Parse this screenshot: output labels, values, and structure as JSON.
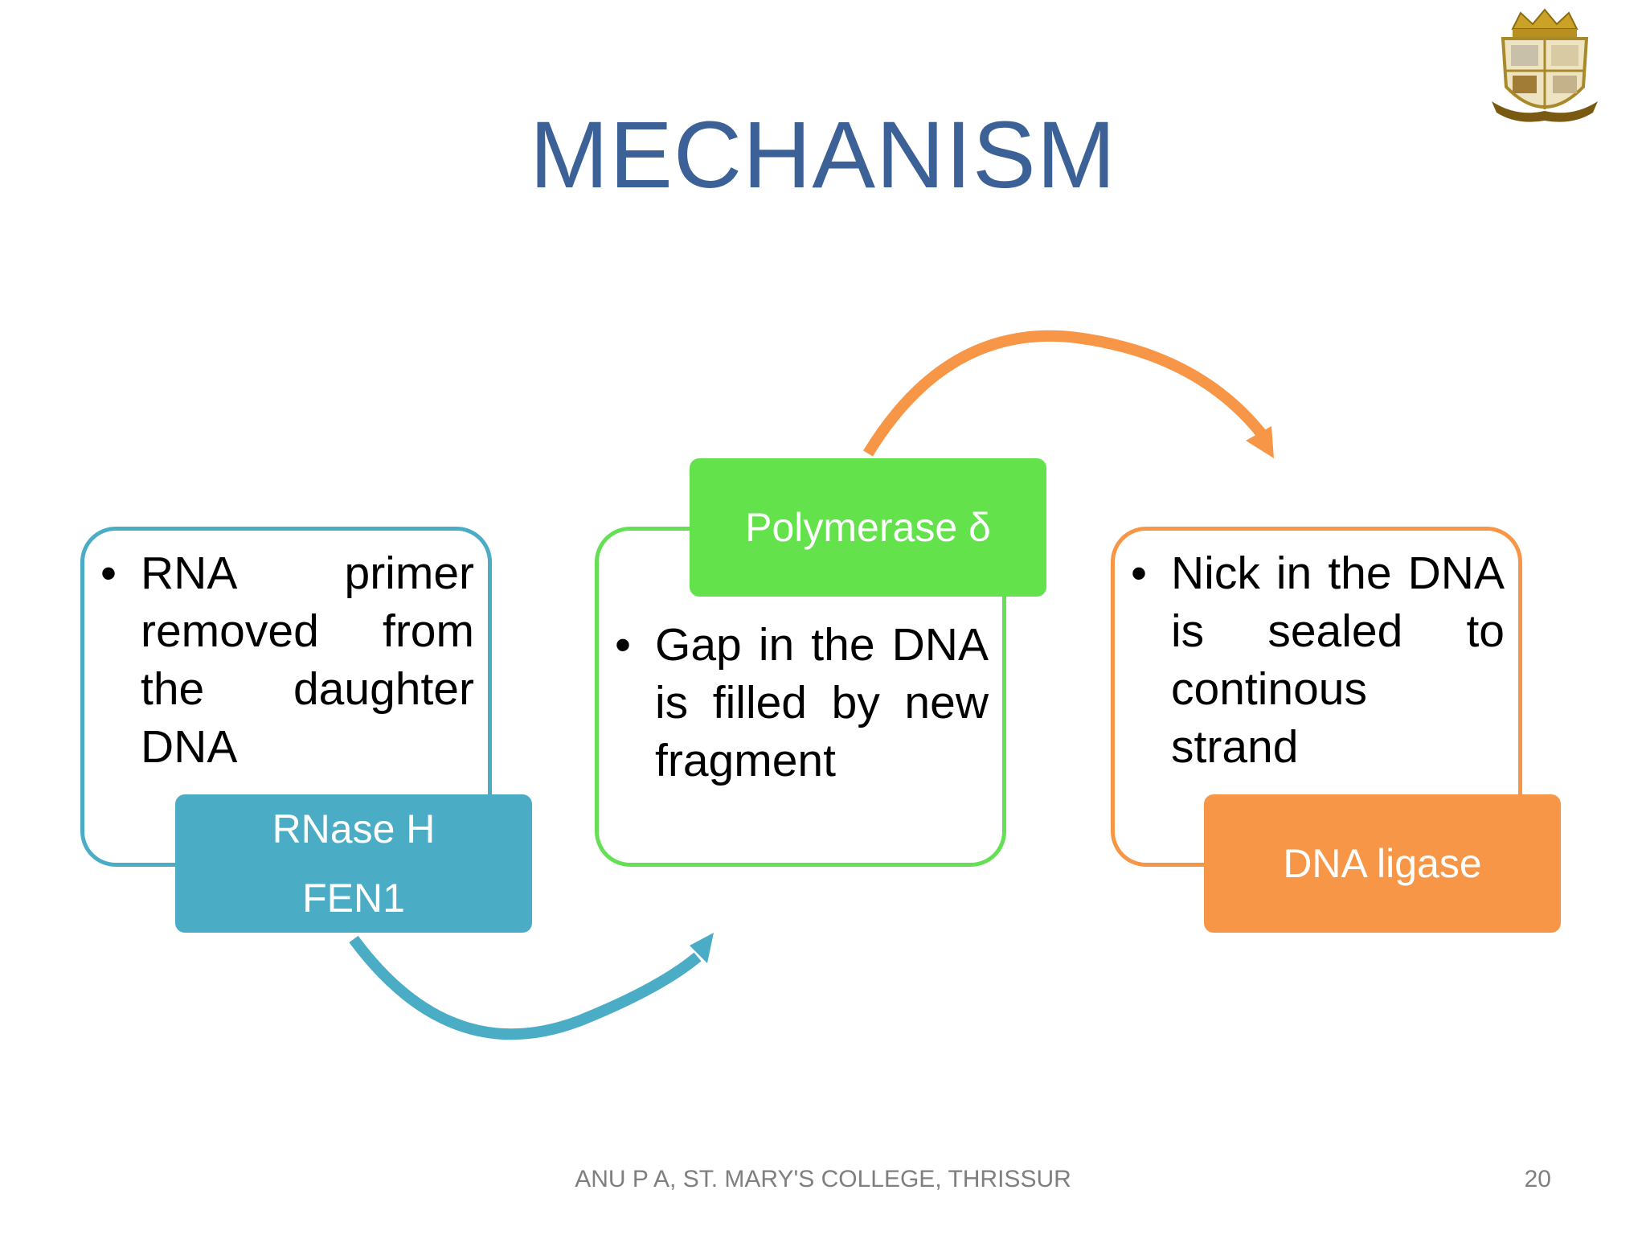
{
  "slide": {
    "title": "MECHANISM",
    "footer": "ANU P A, ST. MARY'S COLLEGE, THRISSUR",
    "page_number": "20"
  },
  "steps": [
    {
      "enzyme_lines": [
        "RNase H",
        "FEN1"
      ],
      "description": "RNA primer removed from the daughter DNA",
      "color": "#4bacc6"
    },
    {
      "enzyme_lines": [
        "Polymerase δ"
      ],
      "description": "Gap in the DNA is filled by new fragment",
      "color": "#63e24b"
    },
    {
      "enzyme_lines": [
        "DNA ligase"
      ],
      "description": "Nick in the DNA is sealed to continous strand",
      "color": "#f79646"
    }
  ],
  "bullet_glyph": "•",
  "icons": {
    "logo": "college-crest-icon",
    "arrow_blue": "curved-arrow-icon",
    "arrow_orange": "curved-arrow-icon"
  }
}
